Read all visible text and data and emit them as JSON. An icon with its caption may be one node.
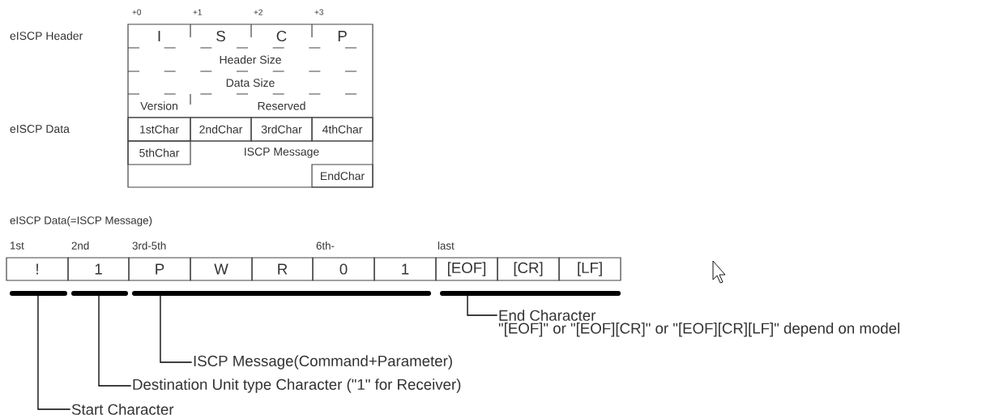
{
  "diagram": {
    "nodes": [
      {
        "text": [
          "I"
        ]
      },
      {
        "text": [
          "S"
        ]
      },
      {
        "text": [
          "C"
        ]
      },
      {
        "text": [
          "P"
        ]
      },
      {
        "text": [
          "Header Size"
        ]
      },
      {
        "text": [
          "Data Size"
        ]
      },
      {
        "text": [
          "Version"
        ]
      },
      {
        "text": [
          "Reserved"
        ]
      },
      {
        "text": [
          "1stChar"
        ]
      },
      {
        "text": [
          "2ndChar"
        ]
      },
      {
        "text": [
          "3rdChar"
        ]
      },
      {
        "text": [
          "4thChar"
        ]
      },
      {
        "text": [
          "5thChar"
        ]
      },
      {
        "text": [
          "ISCP Message"
        ]
      },
      {
        "text": [
          "EndChar"
        ]
      },
      {
        "text": [
          "!"
        ]
      },
      {
        "text": [
          "1"
        ]
      },
      {
        "text": [
          "P"
        ]
      },
      {
        "text": [
          "W"
        ]
      },
      {
        "text": [
          "R"
        ]
      },
      {
        "text": [
          "0"
        ]
      },
      {
        "text": [
          "1"
        ]
      },
      {
        "text": [
          "[EOF]"
        ]
      },
      {
        "text": [
          "[CR]"
        ]
      },
      {
        "text": [
          "[LF]"
        ]
      },
      {
        "text": [],
        "shape": "bar"
      },
      {
        "text": [],
        "shape": "bar"
      },
      {
        "text": [],
        "shape": "bar"
      },
      {
        "text": [],
        "shape": "bar"
      },
      {
        "text": [
          "End Character"
        ],
        "beside": [
          "\"[EOF]\" or \"[EOF][CR]\" or \"[EOF][CR][LF]\" depend on model"
        ]
      },
      {
        "text": [
          "ISCP Message(Command+Parameter)"
        ]
      },
      {
        "text": [
          "Destination Unit type Character (\"1\" for Receiver)"
        ]
      },
      {
        "text": [
          "Start Character"
        ]
      }
    ],
    "edges": [
      {
        "from": 29,
        "to": 28,
        "arrow": "none"
      },
      {
        "from": 30,
        "to": 27,
        "arrow": "none"
      },
      {
        "from": 31,
        "to": 26,
        "arrow": "none"
      },
      {
        "from": 32,
        "to": 25,
        "arrow": "none"
      }
    ],
    "labels": [
      "+0",
      "+1",
      "+2",
      "+3",
      "eISCP Header",
      "eISCP Data",
      "eISCP Data(=ISCP Message)",
      "1st",
      "2nd",
      "3rd-5th",
      "6th-",
      "last"
    ]
  }
}
